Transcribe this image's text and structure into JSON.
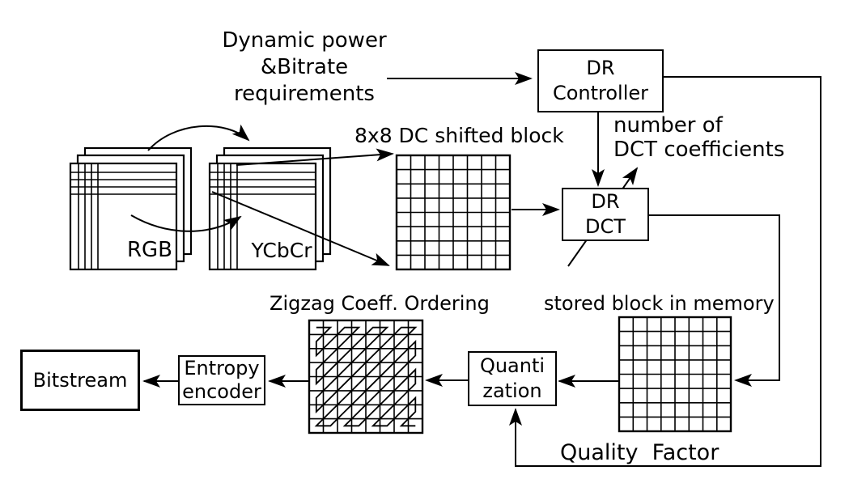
{
  "diagram_type": "block-diagram",
  "labels": {
    "requirements": "Dynamic power\n&Bitrate\nrequirements",
    "dc_shifted_block": "8x8 DC shifted block",
    "number_of_coefficients": "number of\nDCT coefficients",
    "stored_block": "stored block in memory",
    "zigzag_ordering": "Zigzag Coeff. Ordering",
    "quality_factor": "Quality  Factor",
    "rgb": "RGB",
    "ycbcr": "YCbCr"
  },
  "nodes": {
    "dr_controller": "DR\nController",
    "dr_dct": "DR\nDCT",
    "quantization": "Quanti\nzation",
    "entropy_encoder": "Entropy\nencoder",
    "bitstream": "Bitstream"
  },
  "colors": {
    "ink": "#000000",
    "background": "#ffffff"
  }
}
